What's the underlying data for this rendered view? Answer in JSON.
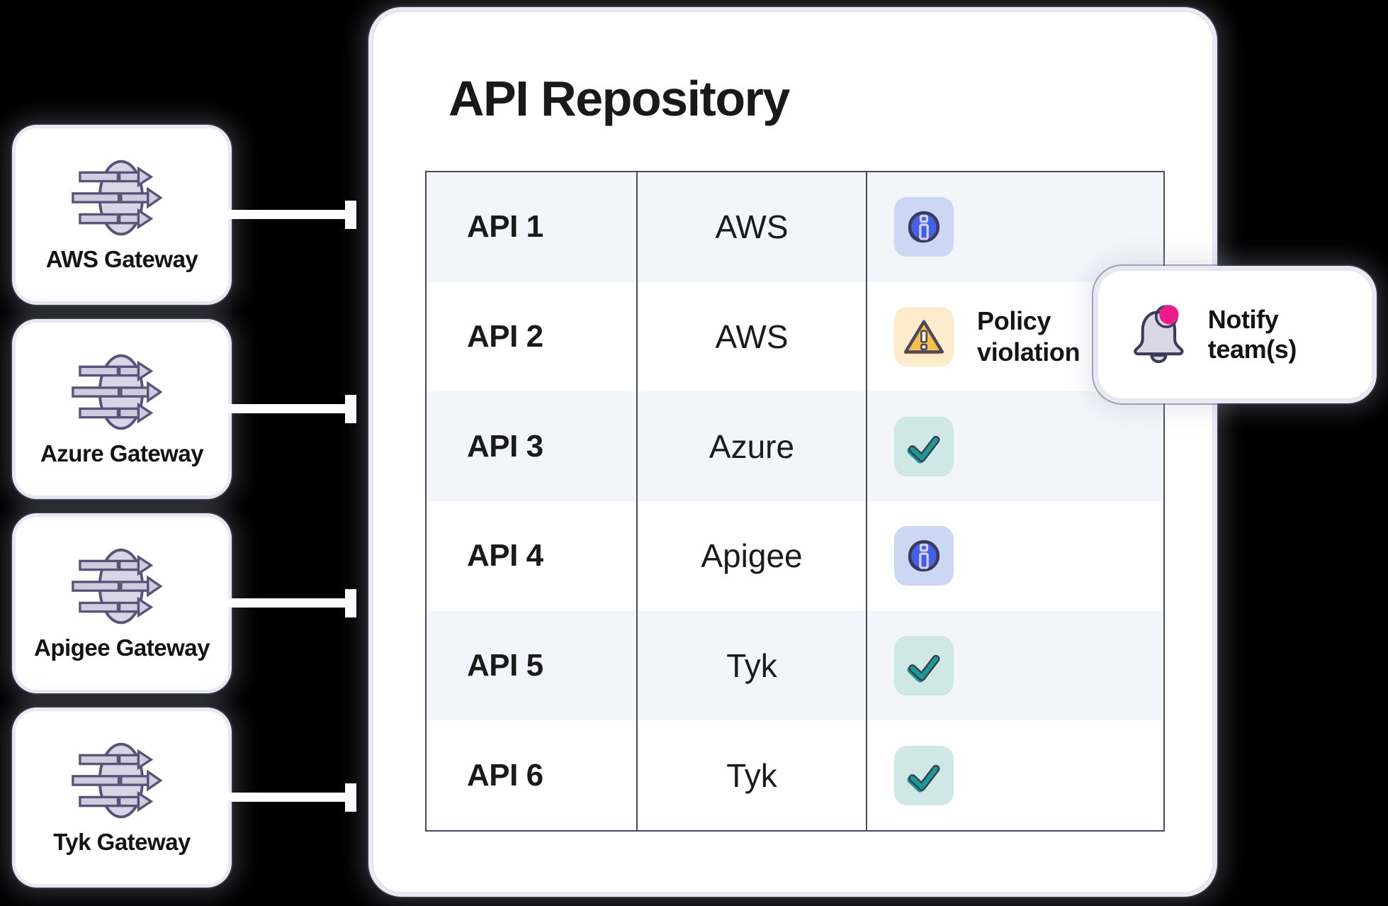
{
  "canvas": {
    "background": "#000000"
  },
  "gateways": [
    {
      "label": "AWS Gateway"
    },
    {
      "label": "Azure Gateway"
    },
    {
      "label": "Apigee Gateway"
    },
    {
      "label": "Tyk Gateway"
    }
  ],
  "panel": {
    "title": "API Repository"
  },
  "table": {
    "columns": [
      "api-name",
      "gateway",
      "status"
    ],
    "rows": [
      {
        "api": "API 1",
        "gateway": "AWS",
        "status": "info"
      },
      {
        "api": "API 2",
        "gateway": "AWS",
        "status": "policy-violation",
        "note": "Policy violation"
      },
      {
        "api": "API 3",
        "gateway": "Azure",
        "status": "ok"
      },
      {
        "api": "API 4",
        "gateway": "Apigee",
        "status": "info"
      },
      {
        "api": "API 5",
        "gateway": "Tyk",
        "status": "ok"
      },
      {
        "api": "API 6",
        "gateway": "Tyk",
        "status": "ok"
      }
    ]
  },
  "callout": {
    "label": "Notify team(s)"
  },
  "icons": {
    "gateway": "ellipse-with-throughput-arrows",
    "info": "info-circle",
    "warning": "warning-triangle",
    "ok": "check-mark",
    "notify": "bell-with-badge"
  },
  "colors": {
    "row_alt": "#f2f5fa",
    "table_border": "#4a4961",
    "info_tile": "#ccd8f3",
    "info_blue": "#4560e8",
    "warn_tile": "#fceccb",
    "warn_amber": "#f7c04b",
    "ok_tile": "#cfe8e5",
    "ok_teal": "#1b9a91",
    "badge_pink": "#ee1b8d",
    "icon_lavender": "#d7d5e6",
    "icon_stroke": "#595378",
    "dark_stroke": "#3c3b55"
  }
}
